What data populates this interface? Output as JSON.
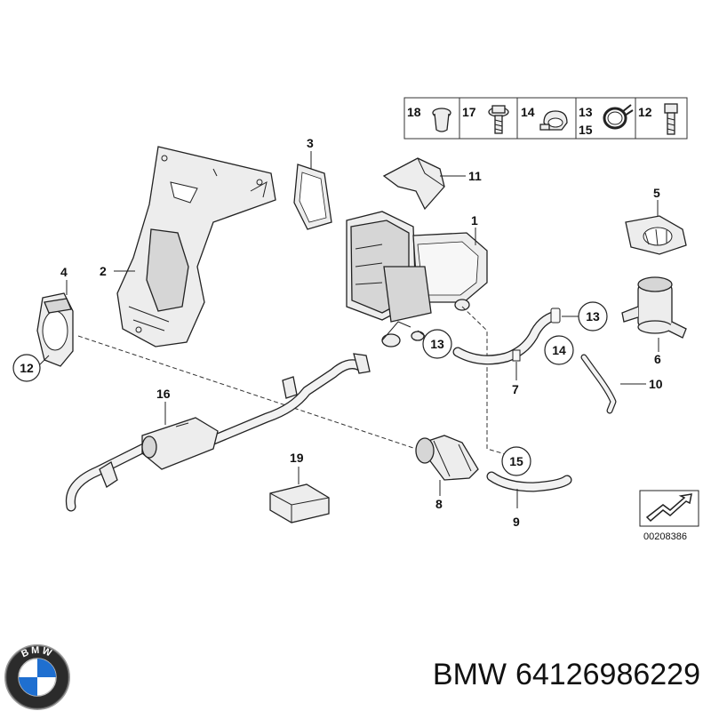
{
  "callouts": {
    "c1": "1",
    "c2": "2",
    "c3": "3",
    "c4": "4",
    "c5": "5",
    "c6": "6",
    "c7": "7",
    "c8": "8",
    "c9": "9",
    "c10": "10",
    "c11": "11",
    "c12_left": "12",
    "c13_a": "13",
    "c13_b": "13",
    "c14": "14",
    "c15": "15",
    "c16": "16",
    "c19": "19"
  },
  "legend_box": {
    "l18": "18",
    "l17": "17",
    "l14": "14",
    "l13": "13",
    "l15": "15",
    "l12": "12"
  },
  "diagram_ref": "00208386",
  "footer": {
    "logo_letters": "BMW",
    "brand": "BMW",
    "part_number": "64126986229"
  }
}
